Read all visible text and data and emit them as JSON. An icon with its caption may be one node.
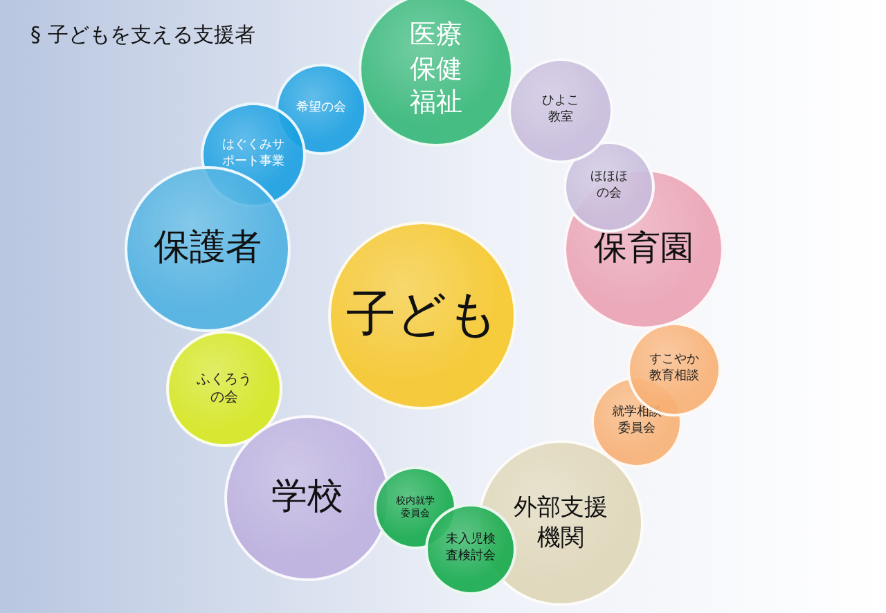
{
  "diagram": {
    "title": "§ 子どもを支える支援者",
    "nodes": [
      {
        "text": [
          "子ども"
        ]
      },
      {
        "text": [
          "医療保健福祉"
        ]
      },
      {
        "text": [
          "ひよこ教室"
        ]
      },
      {
        "text": [
          "ほほほの会"
        ]
      },
      {
        "text": [
          "保育園"
        ]
      },
      {
        "text": [
          "すこやか教育相談"
        ]
      },
      {
        "text": [
          "就学相談委員会"
        ]
      },
      {
        "text": [
          "外部支援機関"
        ]
      },
      {
        "text": [
          "校内就学委員会"
        ]
      },
      {
        "text": [
          "未入児検査検討会"
        ]
      },
      {
        "text": [
          "学校"
        ]
      },
      {
        "text": [
          "ふくろうの会"
        ]
      },
      {
        "text": [
          "保護者"
        ]
      },
      {
        "text": [
          "はぐくみサポート事業"
        ]
      },
      {
        "text": [
          "希望の会"
        ]
      }
    ]
  }
}
